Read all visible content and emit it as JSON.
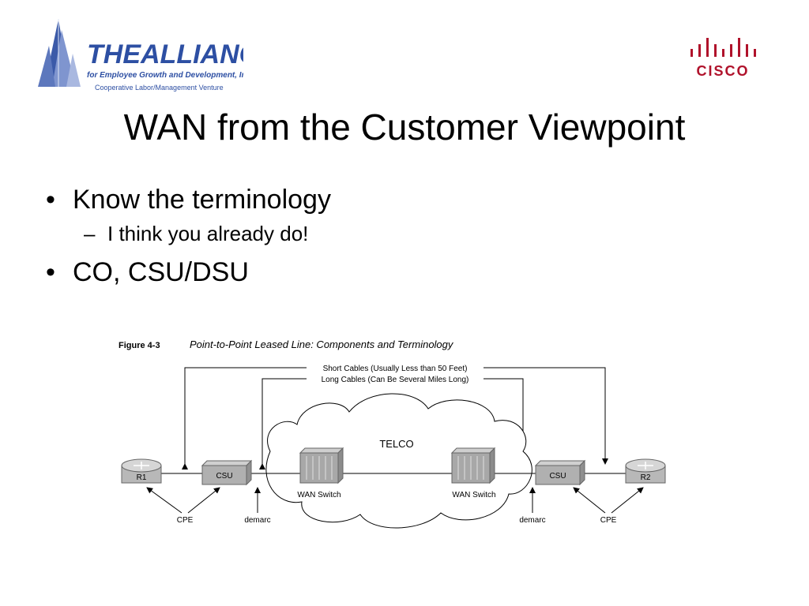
{
  "logos": {
    "alliance": {
      "name": "THEALLIANCE",
      "tagline": "for Employee Growth and Development, Inc.",
      "subtagline": "Cooperative Labor/Management Venture",
      "color": "#2d4fa3"
    },
    "cisco": {
      "name": "CISCO",
      "color": "#b0122b"
    }
  },
  "slide": {
    "title": "WAN from the Customer Viewpoint",
    "bullets": [
      {
        "text": "Know the terminology",
        "sub": [
          "I think you already do!"
        ]
      },
      {
        "text": "CO, CSU/DSU",
        "sub": []
      }
    ]
  },
  "figure": {
    "label": "Figure 4-3",
    "caption": "Point-to-Point Leased Line: Components and Terminology",
    "short_cables": "Short Cables (Usually Less than 50 Feet)",
    "long_cables": "Long Cables (Can Be Several Miles Long)",
    "cloud": "TELCO",
    "router_left": "R1",
    "router_right": "R2",
    "csu_left": "CSU",
    "csu_right": "CSU",
    "switch_left": "WAN Switch",
    "switch_right": "WAN Switch",
    "cpe_left": "CPE",
    "cpe_right": "CPE",
    "demarc_left": "demarc",
    "demarc_right": "demarc"
  }
}
